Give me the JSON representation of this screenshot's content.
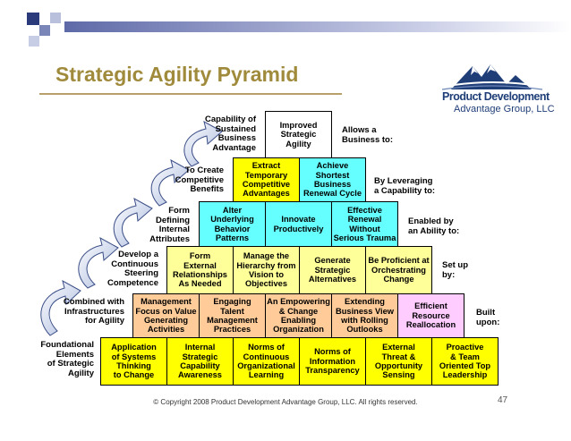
{
  "slide": {
    "title": "Strategic Agility Pyramid",
    "footer": "© Copyright 2008 Product Development Advantage Group, LLC. All rights reserved.",
    "page_number": "47"
  },
  "logo": {
    "line1": "Product Development",
    "line2": "Advantage Group, LLC"
  },
  "colors": {
    "title": "#a08a3c",
    "row1": "#ffffff",
    "row2": "#ffff00",
    "row3": "#66ffff",
    "row4": "#ffff99",
    "row5": "#ffcc99",
    "row6": "#ffccff",
    "row7": "#ffff00"
  },
  "pyramid": {
    "rows": [
      {
        "left_label": "Capability of\nSustained\nBusiness\nAdvantage",
        "right_label": "Allows a\nBusiness to:",
        "cells": [
          "Improved\nStrategic\nAgility"
        ]
      },
      {
        "left_label": "To Create\nCompetitive\nBenefits",
        "right_label": "By Leveraging\na Capability to:",
        "cells": [
          "Extract\nTemporary\nCompetitive\nAdvantages",
          "Achieve Shortest\nBusiness\nRenewal Cycle"
        ]
      },
      {
        "left_label": "Form\nDefining\nInternal\nAttributes",
        "right_label": "Enabled by\nan Ability to:",
        "cells": [
          "Alter\nUnderlying\nBehavior\nPatterns",
          "Innovate\nProductively",
          "Effective\nRenewal\nWithout\nSerious Trauma"
        ]
      },
      {
        "left_label": "Develop a\nContinuous\nSteering\nCompetence",
        "right_label": "Set up\nby:",
        "cells": [
          "Form\nExternal\nRelationships\nAs Needed",
          "Manage the\nHierarchy from\nVision to\nObjectives",
          "Generate\nStrategic\nAlternatives",
          "Be Proficient at\nOrchestrating\nChange"
        ]
      },
      {
        "left_label": "Combined with\nInfrastructures\nfor Agility",
        "right_label": "Built\nupon:",
        "cells": [
          "Management\nFocus on Value\nGenerating\nActivities",
          "Engaging\nTalent\nManagement\nPractices",
          "An Empowering\n& Change\nEnabling\nOrganization",
          "Extending\nBusiness View\nwith Rolling\nOutlooks",
          "Efficient\nResource\nReallocation"
        ]
      },
      {
        "left_label": "Foundational\nElements\nof Strategic\nAgility",
        "right_label": "",
        "cells": [
          "Application\nof Systems\nThinking\nto Change",
          "Internal\nStrategic\nCapability\nAwareness",
          "Norms of\nContinuous\nOrganizational\nLearning",
          "Norms of\nInformation\nTransparency",
          "External\nThreat &\nOpportunity\nSensing",
          "Proactive\n& Team\nOriented Top\nLeadership"
        ]
      }
    ]
  }
}
